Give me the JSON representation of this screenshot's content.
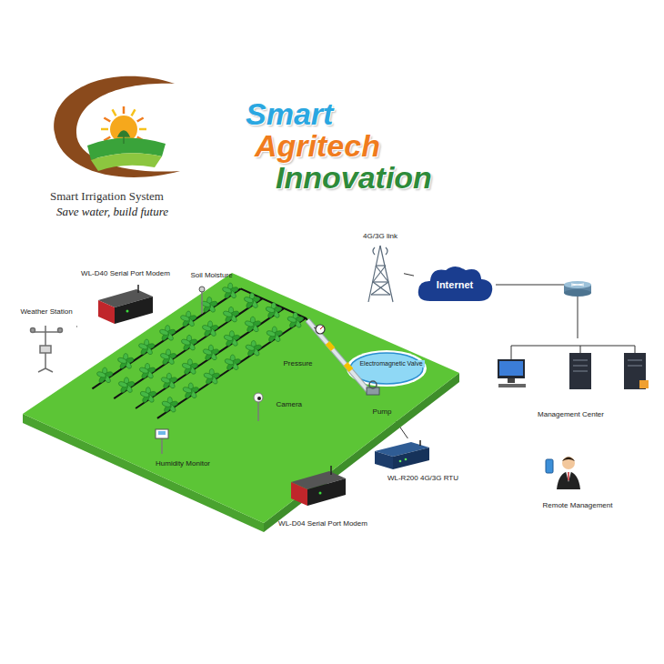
{
  "diagram": {
    "nodes": [
      {
        "text": [
          "Weather Station"
        ]
      },
      {
        "text": [
          "WL-D40 Serial Port Modem"
        ]
      },
      {
        "text": [
          "Soil Moisture"
        ]
      },
      {
        "text": [
          "4G/3G link"
        ]
      },
      {
        "text": [
          "Internet"
        ]
      },
      {
        "text": [
          "Management Center"
        ]
      },
      {
        "text": [
          "Remote Management"
        ]
      },
      {
        "text": [
          "Pressure"
        ]
      },
      {
        "text": [
          "Electromagnetic Valve"
        ]
      },
      {
        "text": [
          "Pump"
        ]
      },
      {
        "text": [
          "Camera"
        ]
      },
      {
        "text": [
          "Humidity Monitor"
        ]
      },
      {
        "text": [
          "WL-R200 4G/3G RTU"
        ]
      },
      {
        "text": [
          "WL-D04 Serial Port Modem"
        ]
      }
    ],
    "edges": [
      {
        "from": 1,
        "to": 0,
        "arrow": "none"
      },
      {
        "from": 3,
        "to": 4,
        "arrow": "none"
      },
      {
        "from": 4,
        "to": 5,
        "arrow": "none"
      },
      {
        "from": 12,
        "to": 9,
        "arrow": "none"
      },
      {
        "from": 13,
        "to": 11,
        "arrow": "none"
      }
    ],
    "labels": [
      "Smart Irrigation System",
      "Save water, build future",
      "Smart",
      "Agritech",
      "Innovation"
    ]
  }
}
